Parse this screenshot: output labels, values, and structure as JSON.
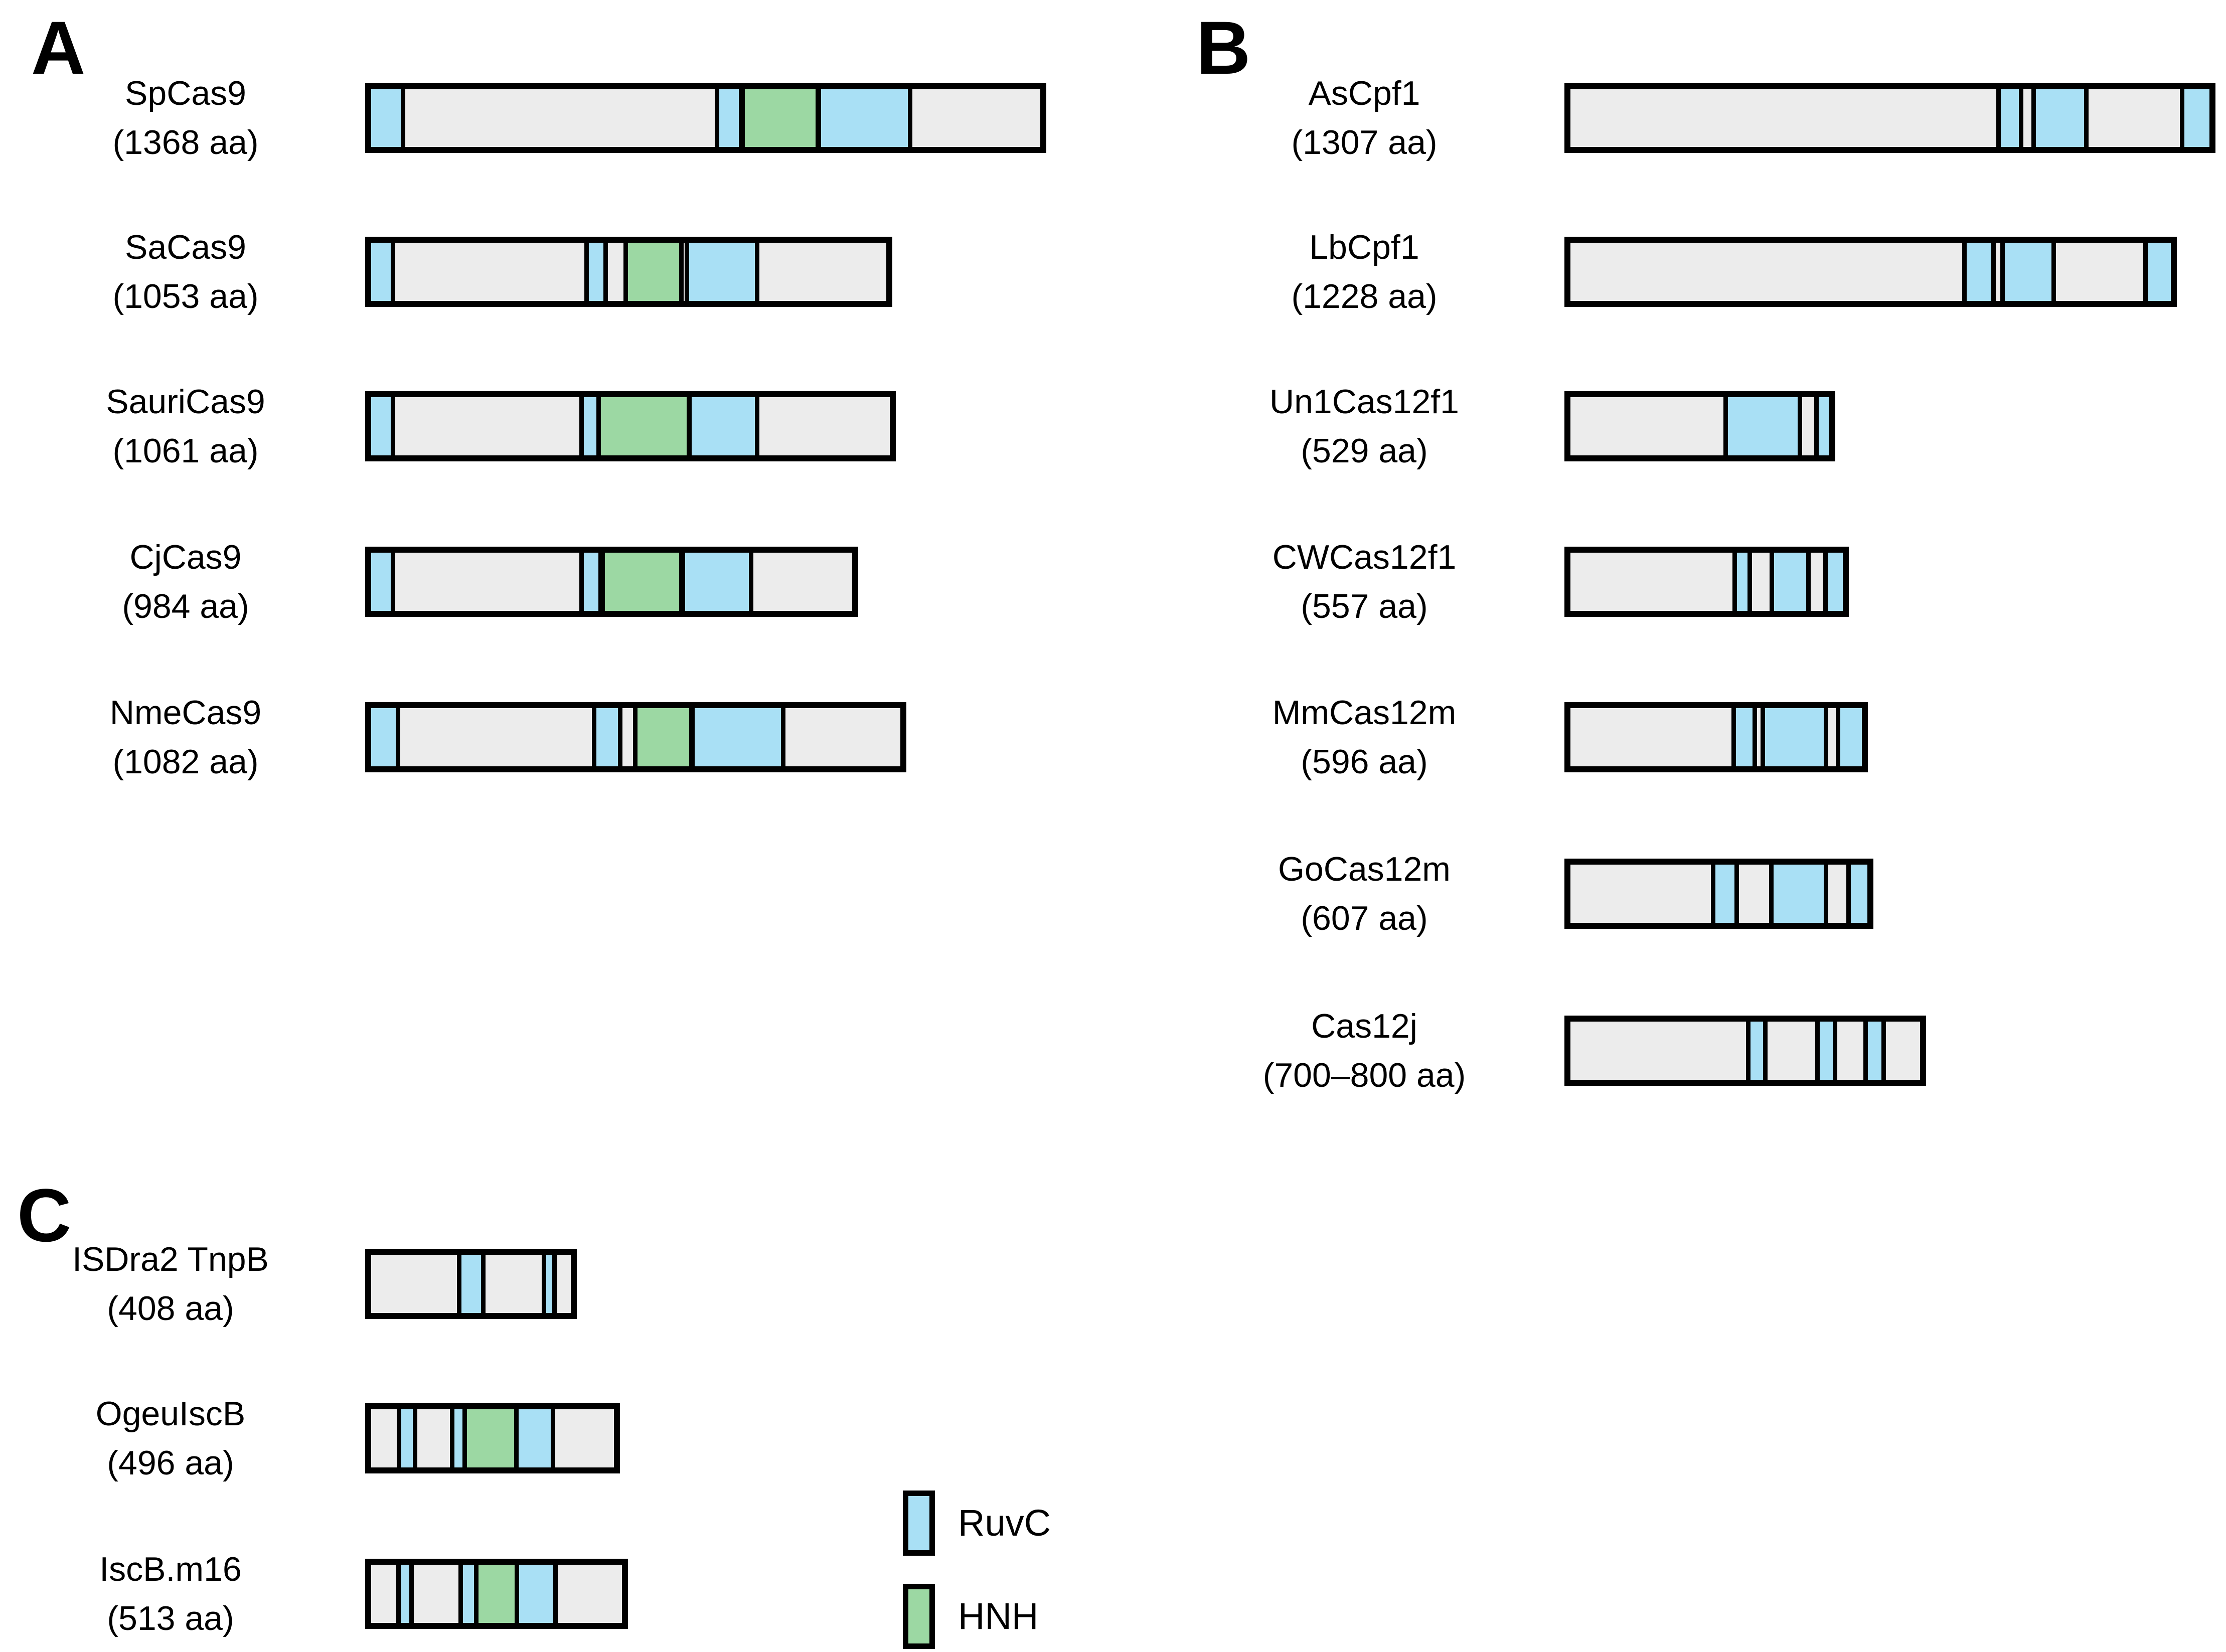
{
  "figure": {
    "colors": {
      "ruvc": "#A9E0F5",
      "hnh": "#9CD8A3",
      "backbone": "#ECECEC",
      "outline": "#000000"
    },
    "legend": [
      {
        "key": "ruvc",
        "label": "RuvC",
        "color": "#A9E0F5"
      },
      {
        "key": "hnh",
        "label": "HNH",
        "color": "#9CD8A3"
      }
    ],
    "panels": [
      {
        "letter": "A",
        "proteins": [
          {
            "name": "SpCas9",
            "size_label": "(1368 aa)",
            "length_aa": 1368,
            "domains": [
              {
                "type": "RuvC",
                "start": 0,
                "end": 60
              },
              {
                "type": "RuvC",
                "start": 712,
                "end": 752
              },
              {
                "type": "HNH",
                "start": 764,
                "end": 909
              },
              {
                "type": "RuvC",
                "start": 920,
                "end": 1097
              }
            ]
          },
          {
            "name": "SaCas9",
            "size_label": "(1053 aa)",
            "length_aa": 1053,
            "domains": [
              {
                "type": "RuvC",
                "start": 0,
                "end": 40
              },
              {
                "type": "RuvC",
                "start": 445,
                "end": 475
              },
              {
                "type": "HNH",
                "start": 525,
                "end": 630
              },
              {
                "type": "RuvC",
                "start": 650,
                "end": 785
              }
            ]
          },
          {
            "name": "SauriCas9",
            "size_label": "(1061 aa)",
            "length_aa": 1061,
            "domains": [
              {
                "type": "RuvC",
                "start": 0,
                "end": 40
              },
              {
                "type": "RuvC",
                "start": 435,
                "end": 460
              },
              {
                "type": "HNH",
                "start": 470,
                "end": 645
              },
              {
                "type": "RuvC",
                "start": 655,
                "end": 785
              }
            ]
          },
          {
            "name": "CjCas9",
            "size_label": "(984 aa)",
            "length_aa": 984,
            "domains": [
              {
                "type": "RuvC",
                "start": 0,
                "end": 40
              },
              {
                "type": "RuvC",
                "start": 435,
                "end": 465
              },
              {
                "type": "HNH",
                "start": 478,
                "end": 630
              },
              {
                "type": "RuvC",
                "start": 642,
                "end": 772
              }
            ]
          },
          {
            "name": "NmeCas9",
            "size_label": "(1082 aa)",
            "length_aa": 1082,
            "domains": [
              {
                "type": "RuvC",
                "start": 0,
                "end": 50
              },
              {
                "type": "RuvC",
                "start": 460,
                "end": 505
              },
              {
                "type": "HNH",
                "start": 545,
                "end": 650
              },
              {
                "type": "RuvC",
                "start": 662,
                "end": 838
              }
            ]
          }
        ]
      },
      {
        "letter": "B",
        "proteins": [
          {
            "name": "AsCpf1",
            "size_label": "(1307 aa)",
            "length_aa": 1307,
            "domains": [
              {
                "type": "RuvC",
                "start": 880,
                "end": 917
              },
              {
                "type": "RuvC",
                "start": 952,
                "end": 1050
              },
              {
                "type": "RuvC",
                "start": 1255,
                "end": 1307
              }
            ]
          },
          {
            "name": "LbCpf1",
            "size_label": "(1228 aa)",
            "length_aa": 1228,
            "domains": [
              {
                "type": "RuvC",
                "start": 810,
                "end": 860
              },
              {
                "type": "RuvC",
                "start": 888,
                "end": 984
              },
              {
                "type": "RuvC",
                "start": 1180,
                "end": 1228
              }
            ]
          },
          {
            "name": "Un1Cas12f1",
            "size_label": "(529 aa)",
            "length_aa": 529,
            "domains": [
              {
                "type": "RuvC",
                "start": 322,
                "end": 465
              },
              {
                "type": "RuvC",
                "start": 508,
                "end": 529
              }
            ]
          },
          {
            "name": "CWCas12f1",
            "size_label": "(557 aa)",
            "length_aa": 557,
            "domains": [
              {
                "type": "RuvC",
                "start": 340,
                "end": 362
              },
              {
                "type": "RuvC",
                "start": 416,
                "end": 482
              },
              {
                "type": "RuvC",
                "start": 526,
                "end": 557
              }
            ]
          },
          {
            "name": "MmCas12m",
            "size_label": "(596 aa)",
            "length_aa": 596,
            "domains": [
              {
                "type": "RuvC",
                "start": 338,
                "end": 372
              },
              {
                "type": "RuvC",
                "start": 398,
                "end": 518
              },
              {
                "type": "RuvC",
                "start": 552,
                "end": 596
              }
            ]
          },
          {
            "name": "GoCas12m",
            "size_label": "(607 aa)",
            "length_aa": 607,
            "domains": [
              {
                "type": "RuvC",
                "start": 296,
                "end": 335
              },
              {
                "type": "RuvC",
                "start": 415,
                "end": 518
              },
              {
                "type": "RuvC",
                "start": 573,
                "end": 607
              }
            ]
          },
          {
            "name": "Cas12j",
            "size_label": "(700–800 aa)",
            "length_aa": 715,
            "domains": [
              {
                "type": "RuvC",
                "start": 368,
                "end": 394
              },
              {
                "type": "RuvC",
                "start": 510,
                "end": 536
              },
              {
                "type": "RuvC",
                "start": 608,
                "end": 636
              }
            ]
          }
        ]
      },
      {
        "letter": "C",
        "proteins": [
          {
            "name": "ISDra2 TnpB",
            "size_label": "(408 aa)",
            "length_aa": 408,
            "domains": [
              {
                "type": "RuvC",
                "start": 185,
                "end": 225
              },
              {
                "type": "RuvC",
                "start": 358,
                "end": 370
              }
            ]
          },
          {
            "name": "OgeuIscB",
            "size_label": "(496 aa)",
            "length_aa": 496,
            "domains": [
              {
                "type": "RuvC",
                "start": 62,
                "end": 85
              },
              {
                "type": "RuvC",
                "start": 170,
                "end": 190
              },
              {
                "type": "HNH",
                "start": 196,
                "end": 295
              },
              {
                "type": "RuvC",
                "start": 302,
                "end": 367
              }
            ]
          },
          {
            "name": "IscB.m16",
            "size_label": "(513 aa)",
            "length_aa": 513,
            "domains": [
              {
                "type": "RuvC",
                "start": 60,
                "end": 78
              },
              {
                "type": "RuvC",
                "start": 188,
                "end": 212
              },
              {
                "type": "HNH",
                "start": 219,
                "end": 297
              },
              {
                "type": "RuvC",
                "start": 303,
                "end": 372
              }
            ]
          }
        ]
      }
    ]
  }
}
